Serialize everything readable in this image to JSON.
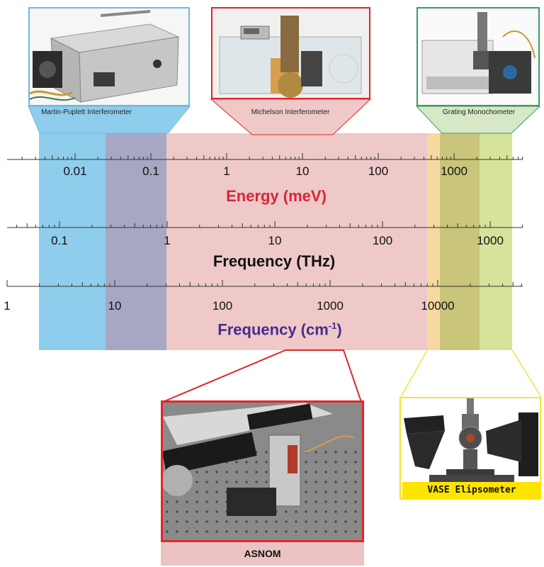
{
  "colors": {
    "band_blue": "#8fcdec",
    "band_slate": "#a6a8c3",
    "band_pink": "#eec9c8",
    "band_orange": "#f6d9a0",
    "band_olive": "#c9c57a",
    "band_green": "#d7e39a",
    "blue_frame": "#6fb8e0",
    "red_frame": "#e2262c",
    "green_frame": "#3a9a62",
    "yellow_frame": "#f2e33a",
    "energy_title": "#d5273a",
    "thz_title": "#111111",
    "wavenumber_title": "#4a2a8f"
  },
  "instruments": {
    "martin_puplett": "Martin-Puplett Interferometer",
    "michelson": "Michelson Interferometer",
    "grating": "Grating Monochometer",
    "vase": "VASE Elipsometer",
    "asnom": "ASNOM"
  },
  "axes": {
    "energy": {
      "title": "Energy (meV)",
      "ticks": [
        "0.01",
        "0.1",
        "1",
        "10",
        "100",
        "1000"
      ]
    },
    "thz": {
      "title": "Frequency (THz)",
      "ticks": [
        "0.1",
        "1",
        "10",
        "100",
        "1000"
      ]
    },
    "wavenumber": {
      "title_base": "Frequency (cm",
      "title_sup": "-1",
      "title_end": ")",
      "ticks": [
        "1",
        "10",
        "100",
        "1000",
        "10000"
      ]
    }
  }
}
